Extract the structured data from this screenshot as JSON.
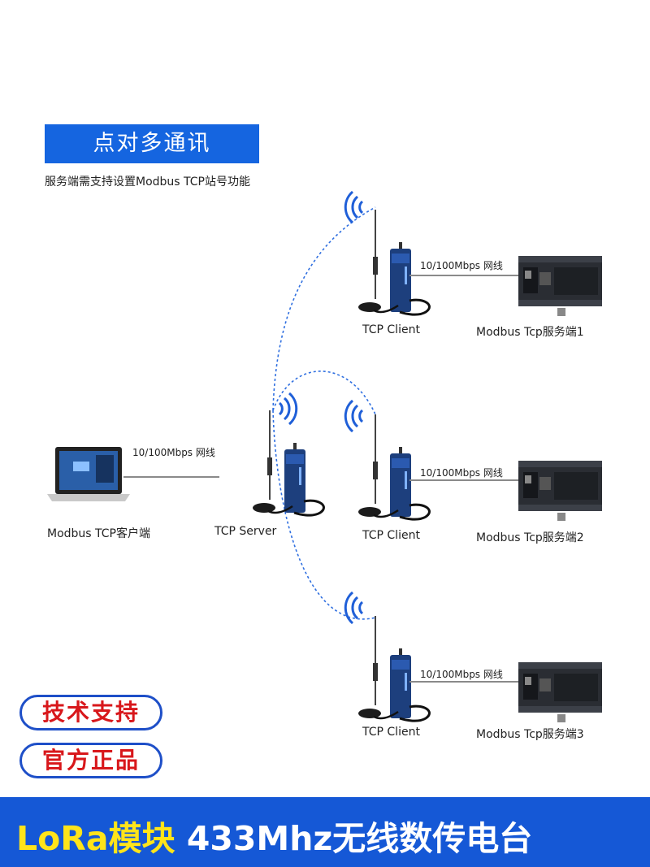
{
  "header": {
    "title": "点对多通讯",
    "subtitle": "服务端需支持设置Modbus  TCP站号功能"
  },
  "nodes": {
    "client_pc_label": "Modbus TCP客户端",
    "server_label": "TCP Server",
    "tcp_client_label": "TCP Client",
    "modbus_server_1": "Modbus Tcp服务端1",
    "modbus_server_2": "Modbus Tcp服务端2",
    "modbus_server_3": "Modbus Tcp服务端3"
  },
  "links": {
    "ethernet_label": "10/100Mbps 网线"
  },
  "badges": {
    "support": "技术支持",
    "genuine": "官方正品"
  },
  "footer": {
    "product": "LoRa模块",
    "spec": "433Mhz无线数传电台"
  },
  "colors": {
    "title_bg": "#1565e0",
    "footer_bg": "#1558d6",
    "badge_text": "#d8171b",
    "footer_highlight": "#ffe41a",
    "wireless_link": "#2f6fe0"
  }
}
